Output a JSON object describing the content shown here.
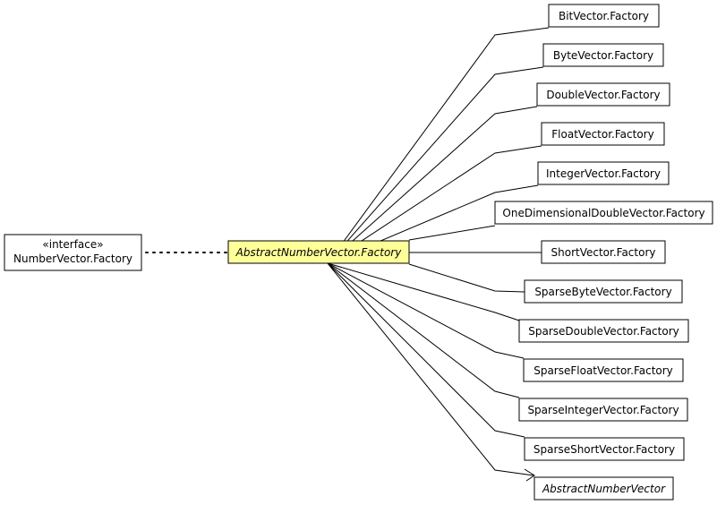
{
  "interface_node": {
    "stereotype": "«interface»",
    "name": "NumberVector.Factory"
  },
  "focus_node": {
    "name": "AbstractNumberVector.Factory",
    "fill": "#ffff99"
  },
  "subclasses": [
    "BitVector.Factory",
    "ByteVector.Factory",
    "DoubleVector.Factory",
    "FloatVector.Factory",
    "IntegerVector.Factory",
    "OneDimensionalDoubleVector.Factory",
    "ShortVector.Factory",
    "SparseByteVector.Factory",
    "SparseDoubleVector.Factory",
    "SparseFloatVector.Factory",
    "SparseIntegerVector.Factory",
    "SparseShortVector.Factory"
  ],
  "target_node": {
    "name": "AbstractNumberVector"
  },
  "colors": {
    "node_fill": "#ffffff",
    "focus_fill": "#ffff99",
    "stroke": "#000000"
  }
}
